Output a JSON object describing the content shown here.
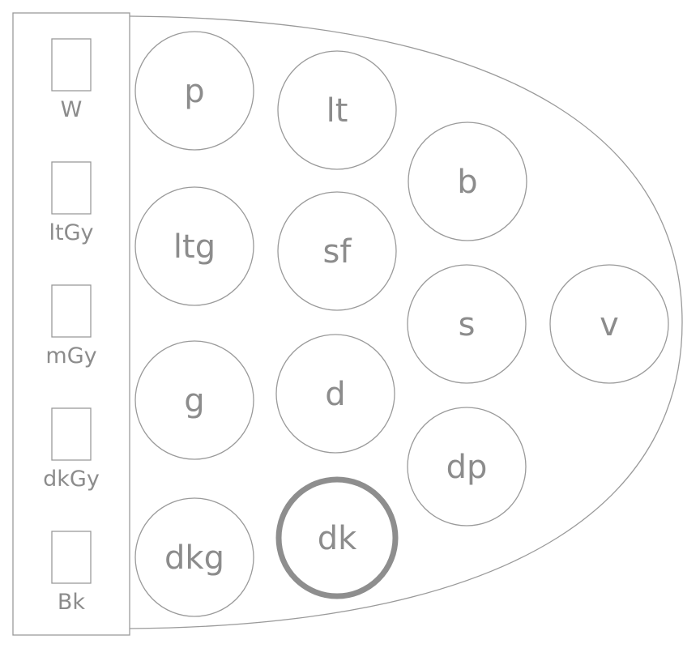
{
  "achromatic_swatches": [
    {
      "id": "W",
      "label": "W"
    },
    {
      "id": "ltGy",
      "label": "ltGy"
    },
    {
      "id": "mGy",
      "label": "mGy"
    },
    {
      "id": "dkGy",
      "label": "dkGy"
    },
    {
      "id": "Bk",
      "label": "Bk"
    }
  ],
  "tones": [
    {
      "id": "p",
      "label": "p"
    },
    {
      "id": "ltg",
      "label": "ltg"
    },
    {
      "id": "g",
      "label": "g"
    },
    {
      "id": "dkg",
      "label": "dkg"
    },
    {
      "id": "lt",
      "label": "lt"
    },
    {
      "id": "sf",
      "label": "sf"
    },
    {
      "id": "d",
      "label": "d"
    },
    {
      "id": "dk",
      "label": "dk"
    },
    {
      "id": "b",
      "label": "b"
    },
    {
      "id": "s",
      "label": "s"
    },
    {
      "id": "dp",
      "label": "dp"
    },
    {
      "id": "v",
      "label": "v"
    }
  ],
  "selected_tone": "dk",
  "colors": {
    "stroke": "#9a9a9a",
    "text": "#8c8c8c",
    "selected_stroke": "#8e8e8e",
    "background": "#ffffff"
  }
}
